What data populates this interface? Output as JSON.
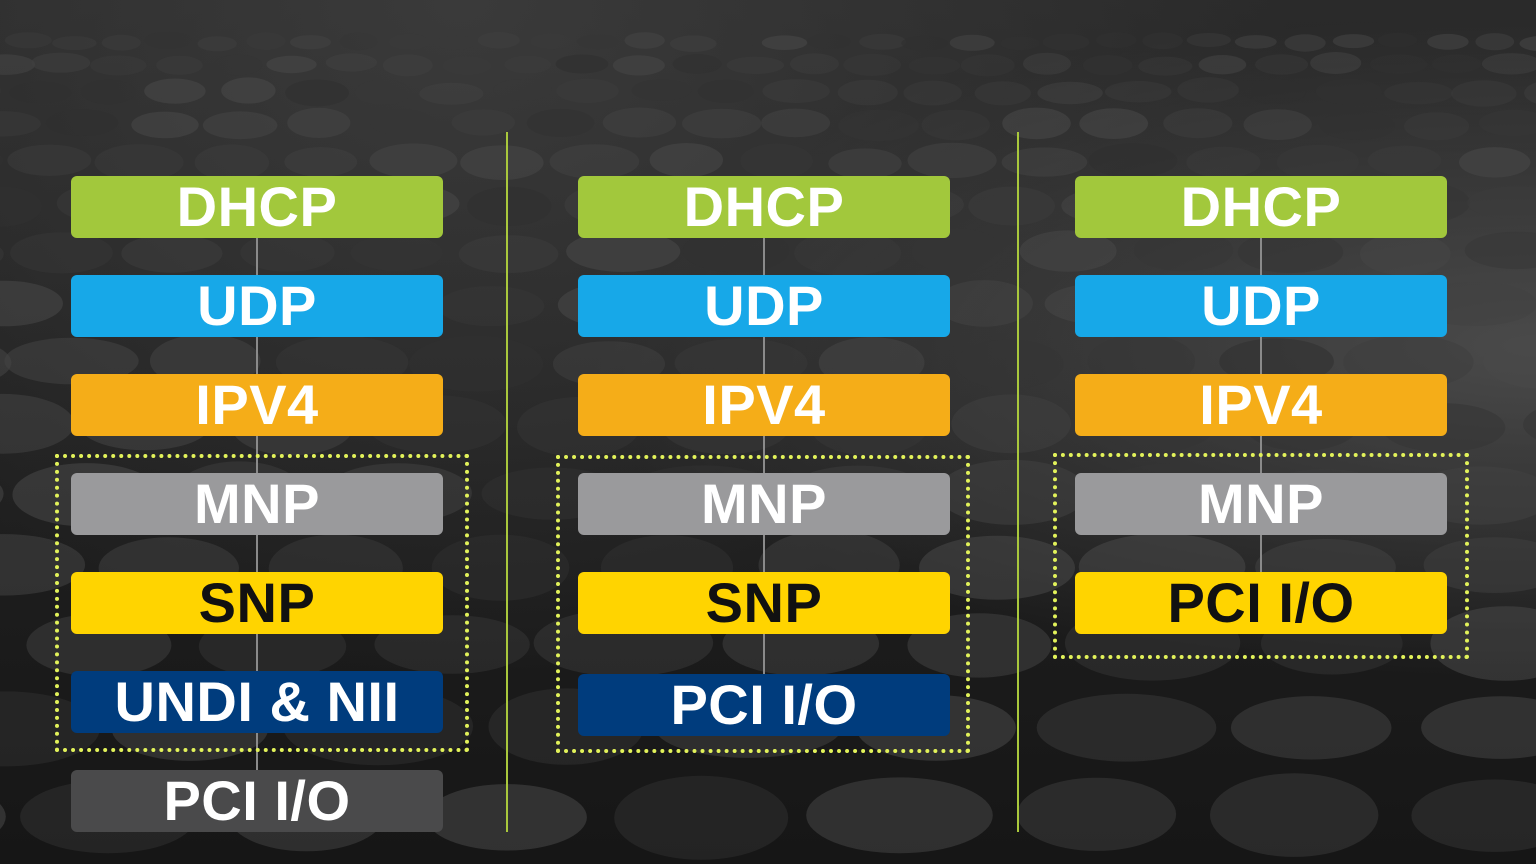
{
  "colors": {
    "divider": "#a9c83c",
    "group_outline": "#e2f25a",
    "connector": "#8a8a8a",
    "dhcp": "#a2c83c",
    "udp": "#17a8e8",
    "ipv4": "#f5ad18",
    "mnp": "#9a9a9c",
    "snp": "#ffd400",
    "dark_blue": "#003c7d",
    "dark_gray": "#4a4a4b"
  },
  "columns": [
    {
      "layers": [
        {
          "label": "DHCP",
          "color": "#a2c83c",
          "text_color": "#ffffff"
        },
        {
          "label": "UDP",
          "color": "#17a8e8",
          "text_color": "#ffffff"
        },
        {
          "label": "IPV4",
          "color": "#f5ad18",
          "text_color": "#ffffff"
        },
        {
          "label": "MNP",
          "color": "#9a9a9c",
          "text_color": "#ffffff"
        },
        {
          "label": "SNP",
          "color": "#ffd400",
          "text_color": "#111111"
        },
        {
          "label": "UNDI & NII",
          "color": "#003c7d",
          "text_color": "#ffffff"
        },
        {
          "label": "PCI I/O",
          "color": "#4a4a4b",
          "text_color": "#ffffff"
        }
      ]
    },
    {
      "layers": [
        {
          "label": "DHCP",
          "color": "#a2c83c",
          "text_color": "#ffffff"
        },
        {
          "label": "UDP",
          "color": "#17a8e8",
          "text_color": "#ffffff"
        },
        {
          "label": "IPV4",
          "color": "#f5ad18",
          "text_color": "#ffffff"
        },
        {
          "label": "MNP",
          "color": "#9a9a9c",
          "text_color": "#ffffff"
        },
        {
          "label": "SNP",
          "color": "#ffd400",
          "text_color": "#111111"
        },
        {
          "label": "PCI I/O",
          "color": "#003c7d",
          "text_color": "#ffffff"
        }
      ]
    },
    {
      "layers": [
        {
          "label": "DHCP",
          "color": "#a2c83c",
          "text_color": "#ffffff"
        },
        {
          "label": "UDP",
          "color": "#17a8e8",
          "text_color": "#ffffff"
        },
        {
          "label": "IPV4",
          "color": "#f5ad18",
          "text_color": "#ffffff"
        },
        {
          "label": "MNP",
          "color": "#9a9a9c",
          "text_color": "#ffffff"
        },
        {
          "label": "PCI I/O",
          "color": "#ffd400",
          "text_color": "#111111"
        }
      ]
    }
  ]
}
